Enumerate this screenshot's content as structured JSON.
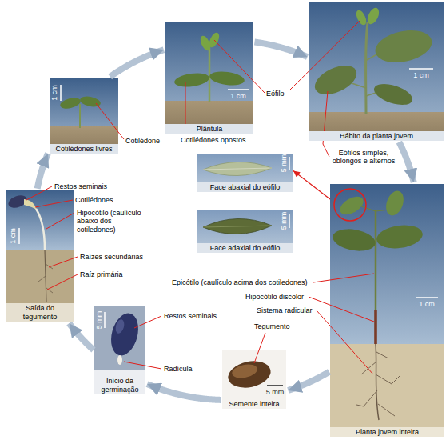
{
  "diagram": {
    "nodes": [
      {
        "text": [
          "Cotilédones livres"
        ]
      },
      {
        "text": [
          "Plântula"
        ]
      },
      {
        "text": [
          "Hábito da planta jovem"
        ]
      },
      {
        "text": [
          "Face abaxial do eófilo"
        ]
      },
      {
        "text": [
          "Face adaxial do eófilo"
        ]
      },
      {
        "text": [
          "Saída do tegumento"
        ]
      },
      {
        "text": [
          "Início da germinação"
        ]
      },
      {
        "text": [
          "Semente inteira"
        ]
      },
      {
        "text": [
          "Planta jovem inteira"
        ]
      }
    ],
    "edges": [
      {
        "from": 6,
        "to": 5,
        "arrow": "to"
      },
      {
        "from": 5,
        "to": 0,
        "arrow": "to"
      },
      {
        "from": 0,
        "to": 1,
        "arrow": "to"
      },
      {
        "from": 1,
        "to": 2,
        "arrow": "to"
      },
      {
        "from": 2,
        "to": 8,
        "arrow": "to"
      },
      {
        "from": 8,
        "to": 7,
        "arrow": "to"
      },
      {
        "from": 7,
        "to": 6,
        "arrow": "to"
      },
      {
        "from": 8,
        "to": 3,
        "arrow": "to"
      }
    ],
    "labels": [
      "Cotilédone",
      "Eófilo",
      "Cotilédones opostos",
      "Eófilos simples, oblongos e alternos",
      "Restos seminais",
      "Cotilédones",
      "Hipocótilo (caulículo abaixo dos cotiledones)",
      "Raízes secundárias",
      "Raíz primária",
      "Restos seminais",
      "Radícula",
      "Epicótilo (caulículo acima dos cotiledones)",
      "Hipocótilo discolor",
      "Sistema radicular",
      "Tegumento",
      "1 cm",
      "1 cm",
      "1 cm",
      "5 mm",
      "5 mm",
      "1 cm",
      "5 mm",
      "5 mm",
      "1 cm"
    ]
  }
}
